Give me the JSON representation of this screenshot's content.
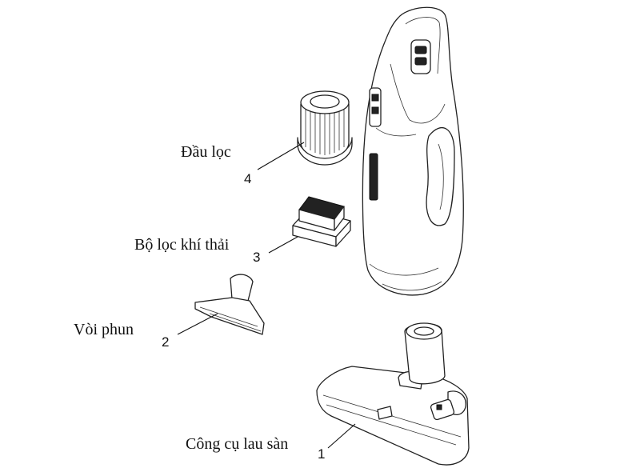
{
  "parts": [
    {
      "number": "1",
      "label": "Công cụ lau sàn"
    },
    {
      "number": "2",
      "label": "Vòi phun"
    },
    {
      "number": "3",
      "label": "Bộ lọc khí thải"
    },
    {
      "number": "4",
      "label": "Đầu lọc"
    }
  ]
}
